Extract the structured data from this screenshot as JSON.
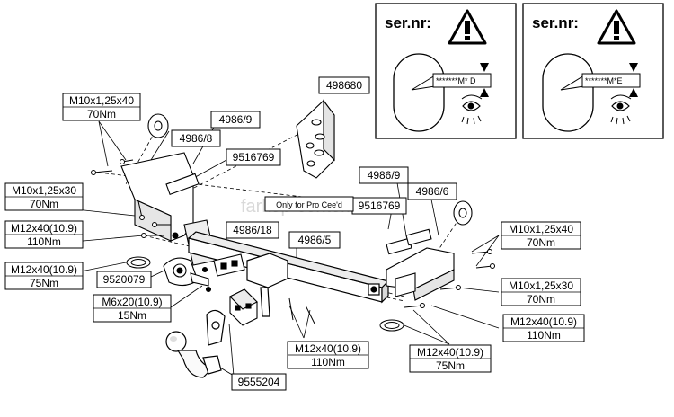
{
  "warning_panels": [
    {
      "title": "ser.nr:",
      "serial": "*******M* D"
    },
    {
      "title": "ser.nr:",
      "serial": "*******M*E"
    }
  ],
  "watermark": "farkop-center.ru",
  "note_label": "Only for Pro Cee'd",
  "part_labels": {
    "p498680": "498680",
    "p4986_8": "4986/8",
    "p4986_9_left": "4986/9",
    "p9516769_left": "9516769",
    "p4986_18": "4986/18",
    "p4986_5": "4986/5",
    "p4986_9_right": "4986/9",
    "p4986_6": "4986/6",
    "p9516769_right": "9516769",
    "p9520079": "9520079",
    "p9555204": "9555204"
  },
  "bolt_specs": [
    {
      "size": "M10x1,25x40",
      "torque": "70Nm"
    },
    {
      "size": "M10x1,25x30",
      "torque": "70Nm"
    },
    {
      "size": "M12x40(10.9)",
      "torque": "110Nm"
    },
    {
      "size": "M12x40(10.9)",
      "torque": "75Nm"
    },
    {
      "size": "M6x20(10.9)",
      "torque": "15Nm"
    },
    {
      "size": "M12x40(10.9)",
      "torque": "110Nm"
    },
    {
      "size": "M12x40(10.9)",
      "torque": "75Nm"
    },
    {
      "size": "M10x1,25x40",
      "torque": "70Nm"
    },
    {
      "size": "M10x1,25x30",
      "torque": "70Nm"
    },
    {
      "size": "M12x40(10.9)",
      "torque": "110Nm"
    }
  ]
}
